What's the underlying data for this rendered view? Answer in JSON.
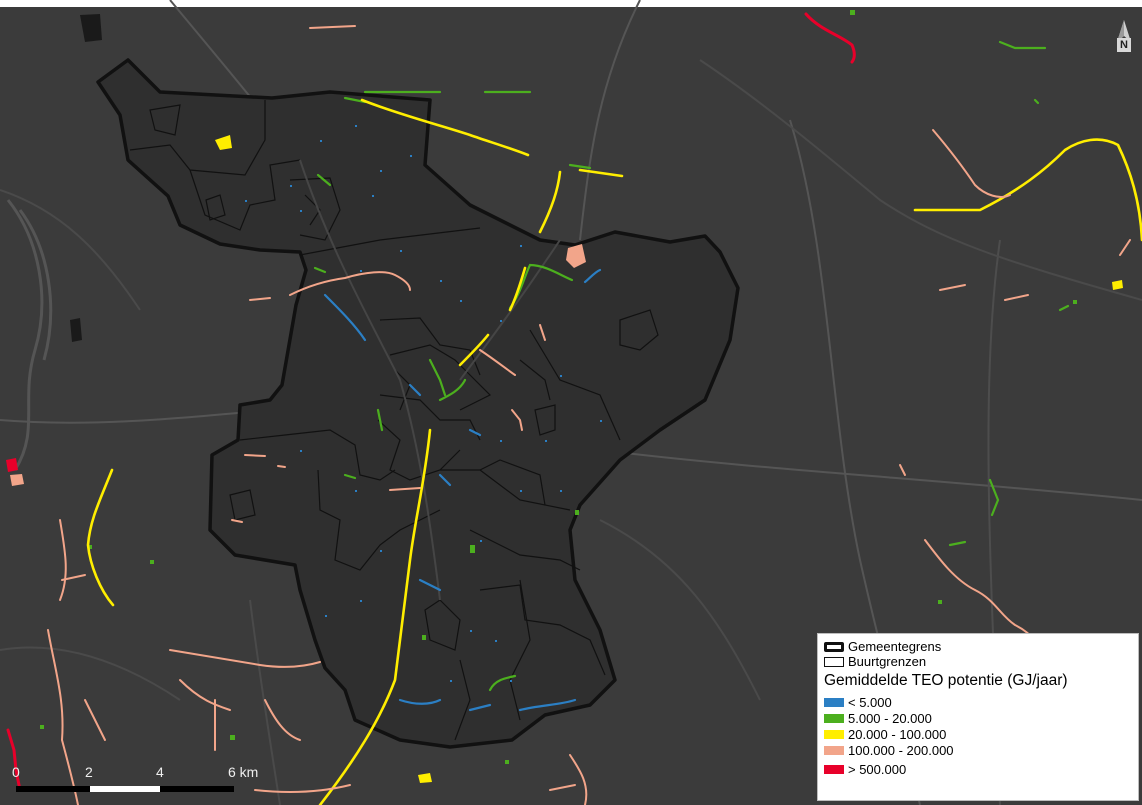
{
  "legend": {
    "municipal_boundary": "Gemeentegrens",
    "neighbourhood_boundary": "Buurtgrenzen",
    "title": "Gemiddelde TEO potentie (GJ/jaar)",
    "classes": [
      {
        "label": "< 5.000",
        "color": "#2b7fc4"
      },
      {
        "label": "5.000 - 20.000",
        "color": "#4caf1e"
      },
      {
        "label": "20.000 - 100.000",
        "color": "#ffee00"
      },
      {
        "label": "100.000 - 200.000",
        "color": "#f2a58a"
      },
      {
        "label": "> 500.000",
        "color": "#e8002a"
      }
    ]
  },
  "north_arrow": {
    "letter": "N",
    "icon": "north-arrow-icon"
  },
  "scale_bar": {
    "labels": [
      "0",
      "2",
      "4",
      "6 km"
    ]
  },
  "colors": {
    "background": "#3a3a3a",
    "municipality_fill": "#2f2f2f",
    "roads": "#555555",
    "boundary": "#111111"
  }
}
